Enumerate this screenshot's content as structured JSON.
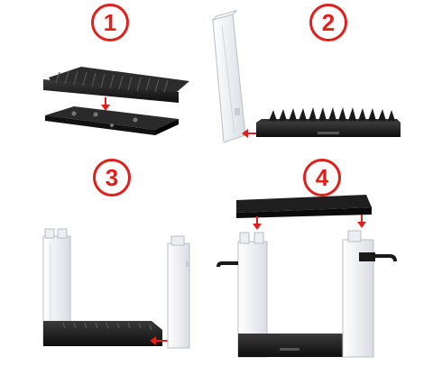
{
  "steps": [
    {
      "number": "1"
    },
    {
      "number": "2"
    },
    {
      "number": "3"
    },
    {
      "number": "4"
    }
  ],
  "colors": {
    "accent": "#e0201c",
    "part_dark": "#1e1e1e",
    "part_light": "#f3f4f6",
    "part_edge": "#b9bec6"
  },
  "icons": [
    "arrow-down-icon",
    "arrow-left-icon"
  ]
}
